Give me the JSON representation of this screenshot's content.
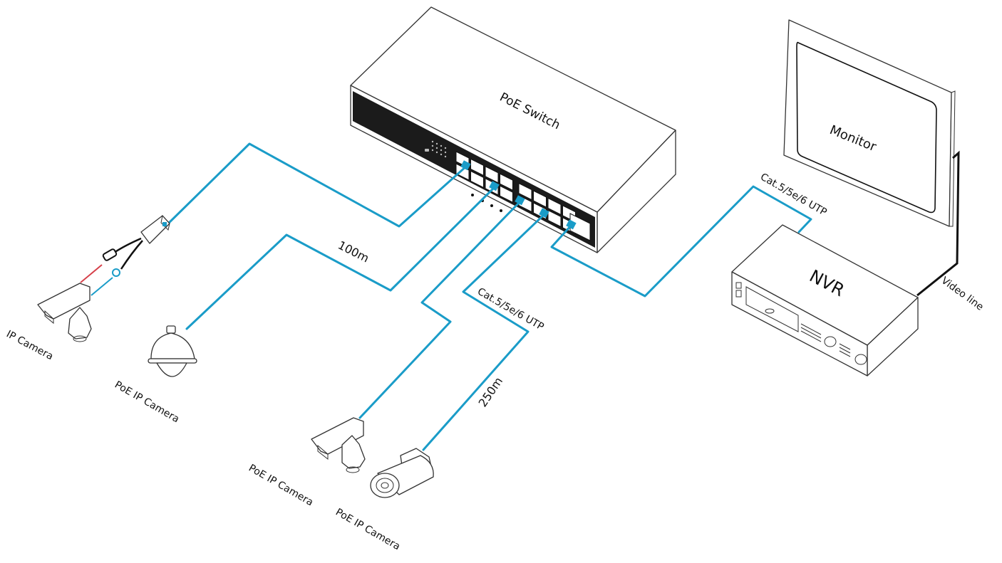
{
  "diagram": {
    "title": "PoE network camera installation diagram",
    "colors": {
      "cable": "#1a9cc8",
      "video_line": "#111111",
      "power_line": "#d6404a",
      "switch_panel": "#1b1b1b",
      "port_connector": "#1a9cc8"
    },
    "devices": {
      "switch": {
        "label": "PoE Switch",
        "icon": "poe-switch-icon"
      },
      "monitor": {
        "label": "Monitor",
        "icon": "monitor-icon"
      },
      "nvr": {
        "label": "NVR",
        "icon": "nvr-icon"
      },
      "camera_ip": {
        "label": "IP Camera",
        "icon": "box-camera-icon"
      },
      "camera_dome": {
        "label": "PoE IP Camera",
        "icon": "dome-camera-icon"
      },
      "camera_box": {
        "label": "PoE IP Camera",
        "icon": "box-camera-icon"
      },
      "camera_bullet": {
        "label": "PoE IP Camera",
        "icon": "bullet-camera-icon"
      },
      "injector": {
        "label": "",
        "icon": "poe-splitter-icon"
      }
    },
    "cable_labels": {
      "distance_100": "100m",
      "distance_250": "250m",
      "utp_cameras": "Cat.5/5e/6 UTP",
      "utp_nvr": "Cat.5/5e/6 UTP",
      "video_line": "Video line"
    },
    "ellipsis": ". . . ."
  }
}
